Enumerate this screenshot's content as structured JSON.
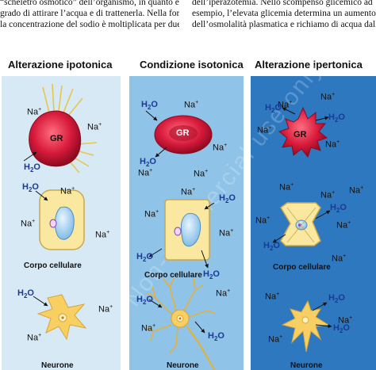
{
  "top_text": {
    "left_lines": [
      "“scheletro osmotico” dell’organismo, in quanto è in",
      "grado di attirare l’acqua e di trattenerla. Nella formula",
      "la concentrazione del sodio è moltiplicata per due per-"
    ],
    "right_lines": [
      "dell’iperazotemia. Nello scompenso glicemico ad",
      "esempio, l’elevata glicemia determina un aumento",
      "dell’osmolalità plasmatica e richiamo di acqua dalle"
    ]
  },
  "headings": {
    "hypo": "Alterazione  ipotonica",
    "iso": "Condizione isotonica",
    "hyper": "Alterazione ipertonica"
  },
  "labels": {
    "na": "Na",
    "na_sup": "+",
    "h2o_main": "H",
    "h2o_sub": "2",
    "h2o_tail": "O",
    "gr": "GR",
    "corpo_cellulare": "Corpo cellulare",
    "neurone": "Neurone"
  },
  "watermark": "Non-commercial use only",
  "colors": {
    "panel_hypo": "#d6e9f5",
    "panel_iso": "#8fc3e8",
    "panel_hyper": "#2e78bf",
    "red_cell": "#d81b3c",
    "cell_body": "#fbe8a0",
    "nucleus": "#bfe0f7",
    "h2o_text": "#1a3a96"
  }
}
